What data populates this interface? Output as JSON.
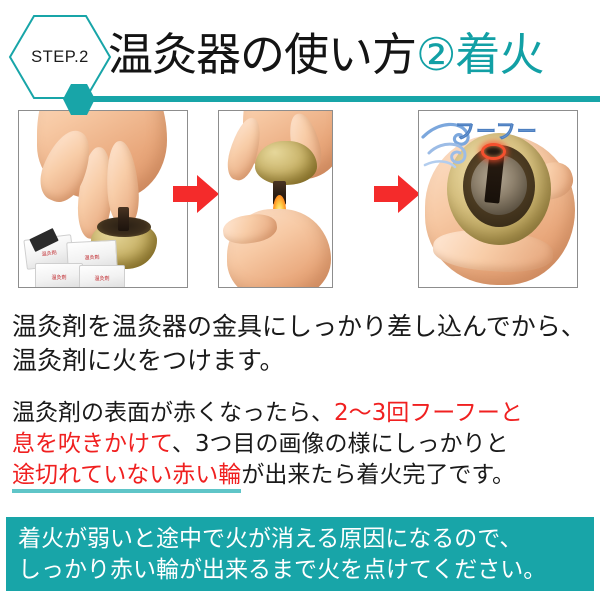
{
  "header": {
    "step_badge": "STEP.2",
    "title_main": "温灸器の使い方",
    "title_accent": "②着火",
    "accent_color": "#12a0a5"
  },
  "panels": [
    {
      "caption_alt": "温灸剤を温灸器の金具に差し込む",
      "sachet_label": "温灸剤"
    },
    {
      "caption_alt": "ライターで温灸剤に火をつける"
    },
    {
      "caption_alt": "赤い輪が出来た温灸器",
      "sound_effect": "フーフー"
    }
  ],
  "arrows": {
    "color": "#f42b2b",
    "direction": "right"
  },
  "body": {
    "paragraph1": {
      "line1": "温灸剤を温灸器の金具にしっかり差し込んでから、",
      "line2": "温灸剤に火をつけます。"
    },
    "paragraph2": {
      "line1_black": "温灸剤の表面が赤くなったら、",
      "line1_red": "2〜3回フーフーと",
      "line2_red": "息を吹きかけて",
      "line2_black": "、3つ目の画像の様にしっかりと",
      "line3_red_underline": "途切れていない赤い輪",
      "line3_black": "が出来たら着火完了です。"
    },
    "red_color": "#f02020",
    "underline_color": "#5fc5c8"
  },
  "banner": {
    "line1": "着火が弱いと途中で火が消える原因になるので、",
    "line2": "しっかり赤い輪が出来るまで火を点けてください。",
    "background": "#18a5a8",
    "text_color": "#ffffff"
  }
}
